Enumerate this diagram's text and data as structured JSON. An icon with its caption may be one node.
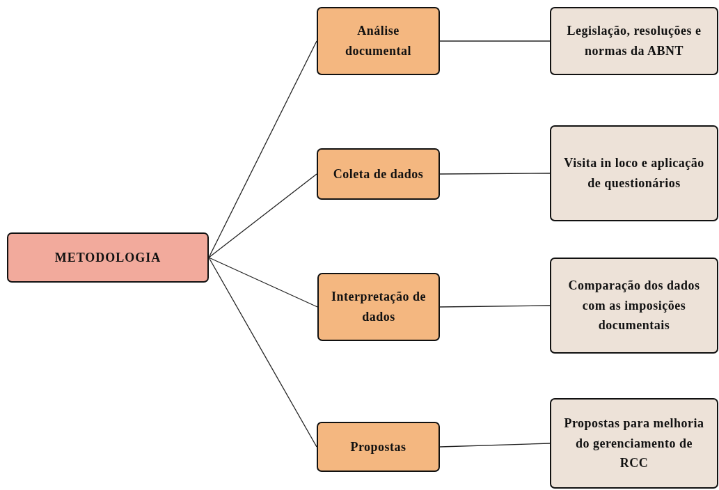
{
  "diagram": {
    "nodes": [
      {
        "text": [
          "METODOLOGIA"
        ]
      },
      {
        "text": [
          "Análise documental"
        ]
      },
      {
        "text": [
          "Coleta de dados"
        ]
      },
      {
        "text": [
          "Interpretação de dados"
        ]
      },
      {
        "text": [
          "Propostas"
        ]
      },
      {
        "text": [
          "Legislação, resoluções e normas da ABNT"
        ]
      },
      {
        "text": [
          "Visita in loco e aplicação de questionários"
        ]
      },
      {
        "text": [
          "Comparação dos dados com as imposições documentais"
        ]
      },
      {
        "text": [
          "Propostas para melhoria do gerenciamento de RCC"
        ]
      }
    ],
    "edges": [
      {
        "from": 0,
        "to": 1,
        "arrow": "none"
      },
      {
        "from": 0,
        "to": 2,
        "arrow": "none"
      },
      {
        "from": 0,
        "to": 3,
        "arrow": "none"
      },
      {
        "from": 0,
        "to": 4,
        "arrow": "none"
      },
      {
        "from": 1,
        "to": 5,
        "arrow": "none"
      },
      {
        "from": 2,
        "to": 6,
        "arrow": "none"
      },
      {
        "from": 3,
        "to": 7,
        "arrow": "none"
      },
      {
        "from": 4,
        "to": 8,
        "arrow": "none"
      }
    ]
  }
}
